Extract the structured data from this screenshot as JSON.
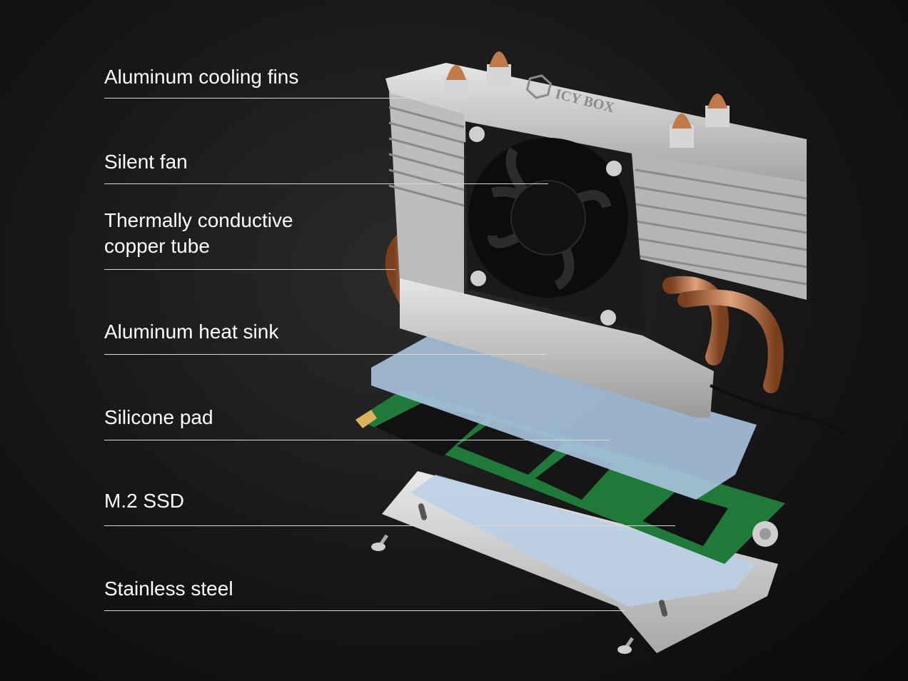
{
  "labels": {
    "cooling_fins": "Aluminum cooling fins",
    "silent_fan": "Silent fan",
    "copper_tube": "Thermally conductive\ncopper tube",
    "heat_sink": "Aluminum heat sink",
    "silicone_pad": "Silicone pad",
    "ssd": "M.2 SSD",
    "stainless_steel": "Stainless steel"
  },
  "logo": {
    "text": "ICY BOX"
  },
  "colors": {
    "aluminum": "#c4c4c4",
    "copper": "#b06a3a",
    "silicone": "#a9c3de",
    "pcb": "#1f7a3a",
    "fan": "#1a1a1a"
  }
}
